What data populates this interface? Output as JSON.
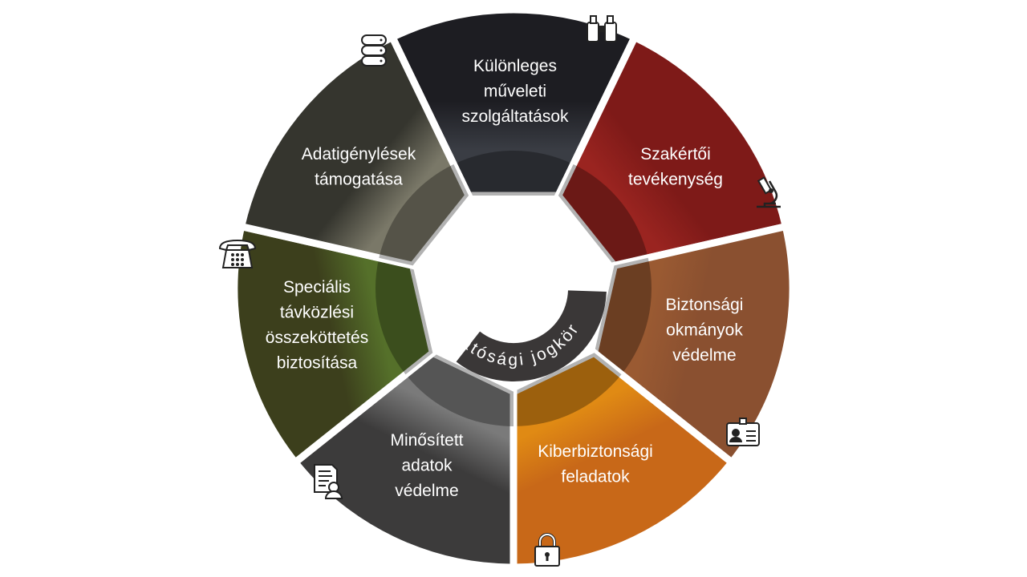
{
  "center_label": "hatósági jogkör",
  "segments": [
    {
      "lines": [
        "Különleges",
        "műveleti",
        "szolgáltatások"
      ],
      "icon": "binoculars-icon",
      "color": "#1d1d22",
      "color2": "#3a3d44"
    },
    {
      "lines": [
        "Szakértői",
        "tevékenység"
      ],
      "icon": "microscope-icon",
      "color": "#7e1a18",
      "color2": "#9a2420"
    },
    {
      "lines": [
        "Biztonsági",
        "okmányok",
        "védelme"
      ],
      "icon": "id-card-icon",
      "color": "#8a5030",
      "color2": "#9a5a32"
    },
    {
      "lines": [
        "Kiberbiztonsági",
        "feladatok"
      ],
      "icon": "lock-icon",
      "color": "#c86818",
      "color2": "#e08a14"
    },
    {
      "lines": [
        "Minősített",
        "adatok",
        "védelme"
      ],
      "icon": "document-person-icon",
      "color": "#3c3b3b",
      "color2": "#7a7a7a"
    },
    {
      "lines": [
        "Speciális",
        "távközlési",
        "összeköttetés",
        "biztosítása"
      ],
      "icon": "telephone-icon",
      "color": "#3c3f1c",
      "color2": "#55702a"
    },
    {
      "lines": [
        "Adatigénylések",
        "támogatása"
      ],
      "icon": "database-icon",
      "color": "#35352e",
      "color2": "#7a7868"
    }
  ],
  "band_color": "#3a3737"
}
